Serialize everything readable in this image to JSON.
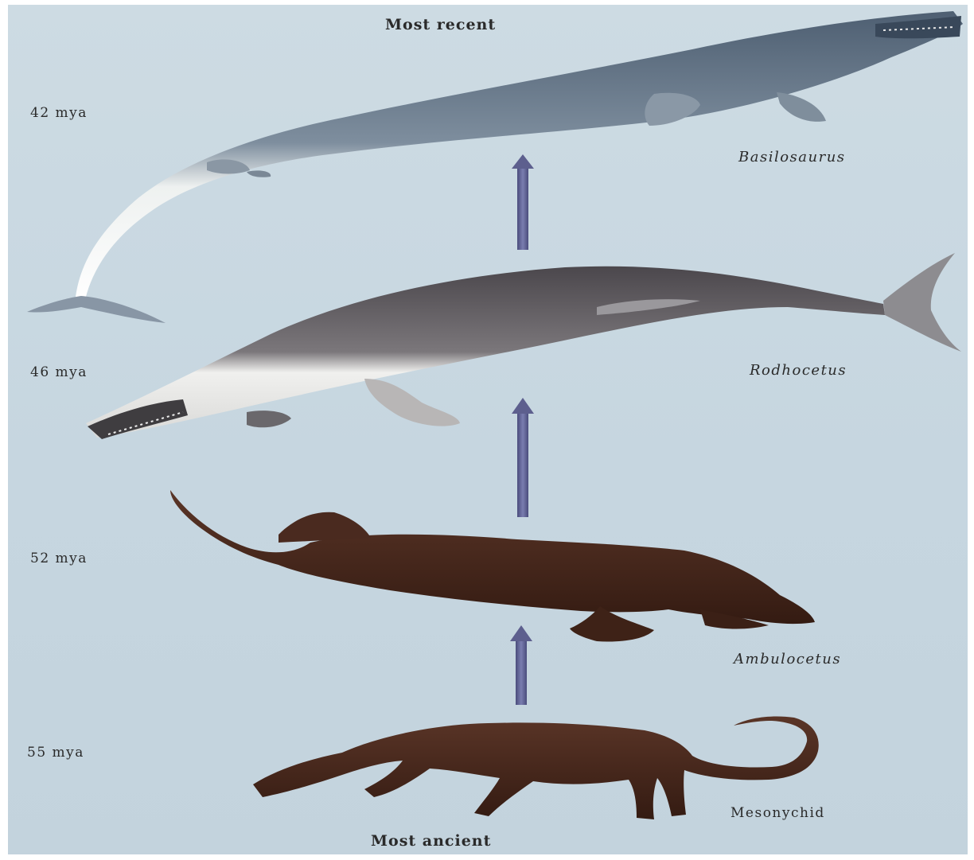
{
  "header": {
    "top_label": "Most recent",
    "bottom_label": "Most ancient"
  },
  "stages": [
    {
      "age": "42 mya",
      "name": "Basilosaurus"
    },
    {
      "age": "46 mya",
      "name": "Rodhocetus"
    },
    {
      "age": "52 mya",
      "name": "Ambulocetus"
    },
    {
      "age": "55 mya",
      "name": "Mesonychid"
    }
  ],
  "colors": {
    "background": "#c9d8e1",
    "arrow": "#5d5f8e",
    "whale_back": "#5f6f80",
    "whale_belly": "#f2f4f2",
    "rodhocetus_back": "#5c5a5e",
    "land_animal": "#4a2a1e"
  }
}
